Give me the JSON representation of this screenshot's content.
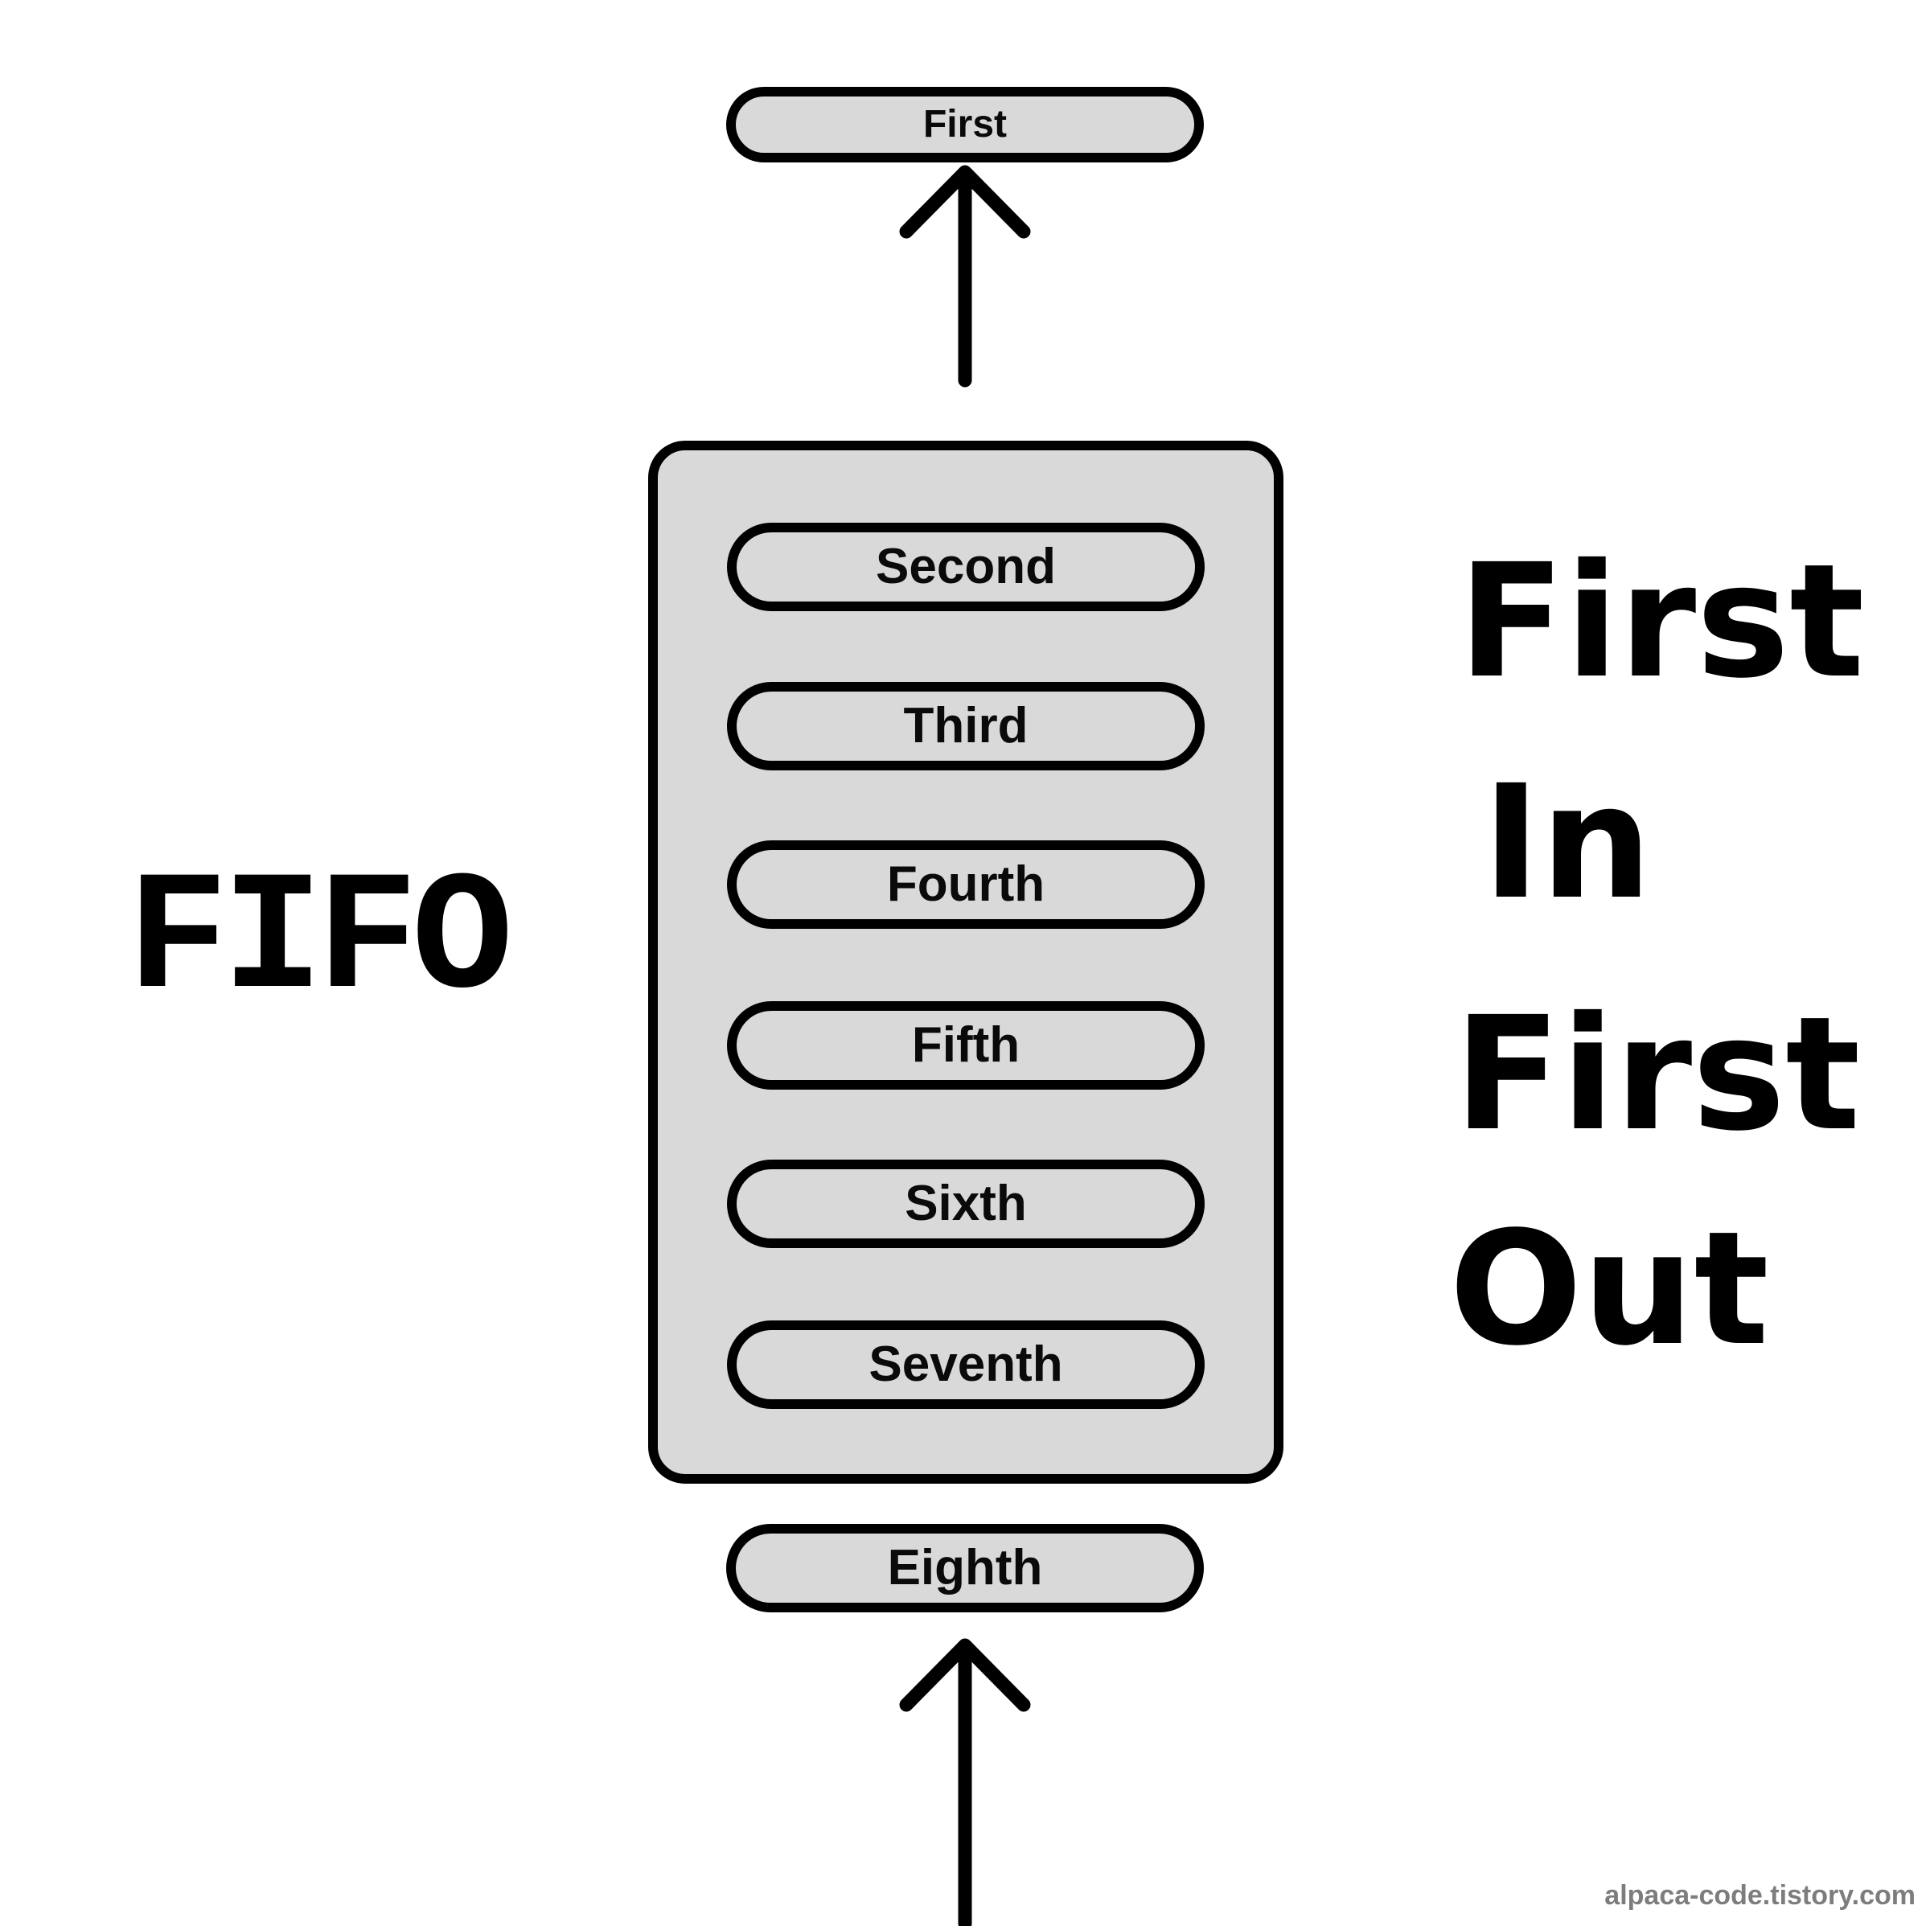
{
  "diagram": {
    "label_left": "FIFO",
    "caption_right_lines": [
      "First",
      "In",
      "First",
      "Out"
    ],
    "output_item": "First",
    "queue_items": [
      "Second",
      "Third",
      "Fourth",
      "Fifth",
      "Sixth",
      "Seventh"
    ],
    "input_item": "Eighth",
    "watermark": "alpaca-code.tistory.com",
    "icons": {
      "top_arrow": "up-arrow-icon",
      "bottom_arrow": "up-arrow-icon"
    }
  },
  "colors": {
    "background": "#ffffff",
    "shape_fill": "#d9d9d9",
    "ink": "#000000",
    "watermark": "#7d7d7d"
  }
}
